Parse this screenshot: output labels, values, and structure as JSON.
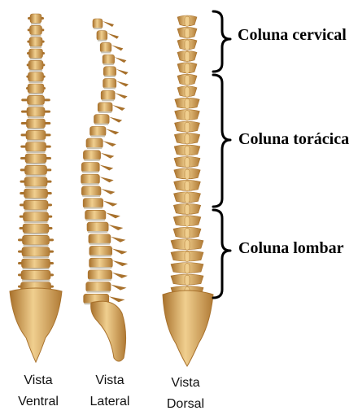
{
  "views": [
    {
      "id": "ventral",
      "line1": "Vista",
      "line2": "Ventral"
    },
    {
      "id": "lateral",
      "line1": "Vista",
      "line2": "Lateral"
    },
    {
      "id": "dorsal",
      "line1": "Vista",
      "line2": "Dorsal"
    }
  ],
  "regions": [
    {
      "id": "cervical",
      "label": "Coluna cervical"
    },
    {
      "id": "toracica",
      "label": "Coluna torácica"
    },
    {
      "id": "lombar",
      "label": "Coluna lombar"
    }
  ],
  "colors": {
    "bone": "#d9a85e",
    "bone_dark": "#a8712c",
    "bone_light": "#f0cf8f",
    "disc": "#c9c3b4",
    "brace": "#000000"
  }
}
